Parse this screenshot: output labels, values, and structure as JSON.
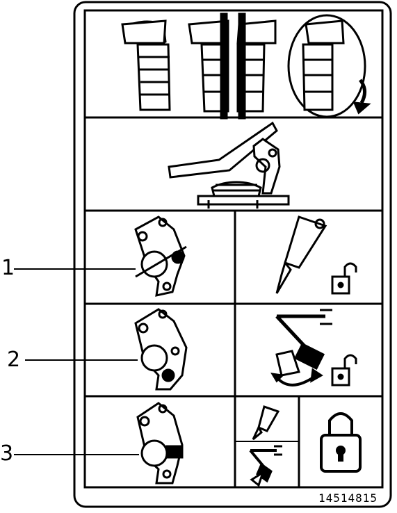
{
  "callouts": [
    {
      "label": "1"
    },
    {
      "label": "2"
    },
    {
      "label": "3"
    }
  ],
  "part_number": "14514815",
  "icons": {
    "grips": "bicycle-grip-icon",
    "pedal": "pedal-assembly-icon",
    "lever": "lever-bracket-icon",
    "knife": "knife-icon",
    "padlock": "padlock-icon",
    "tool": "lever-tool-icon"
  },
  "colors": {
    "ink": "#000000",
    "paper": "#ffffff"
  }
}
